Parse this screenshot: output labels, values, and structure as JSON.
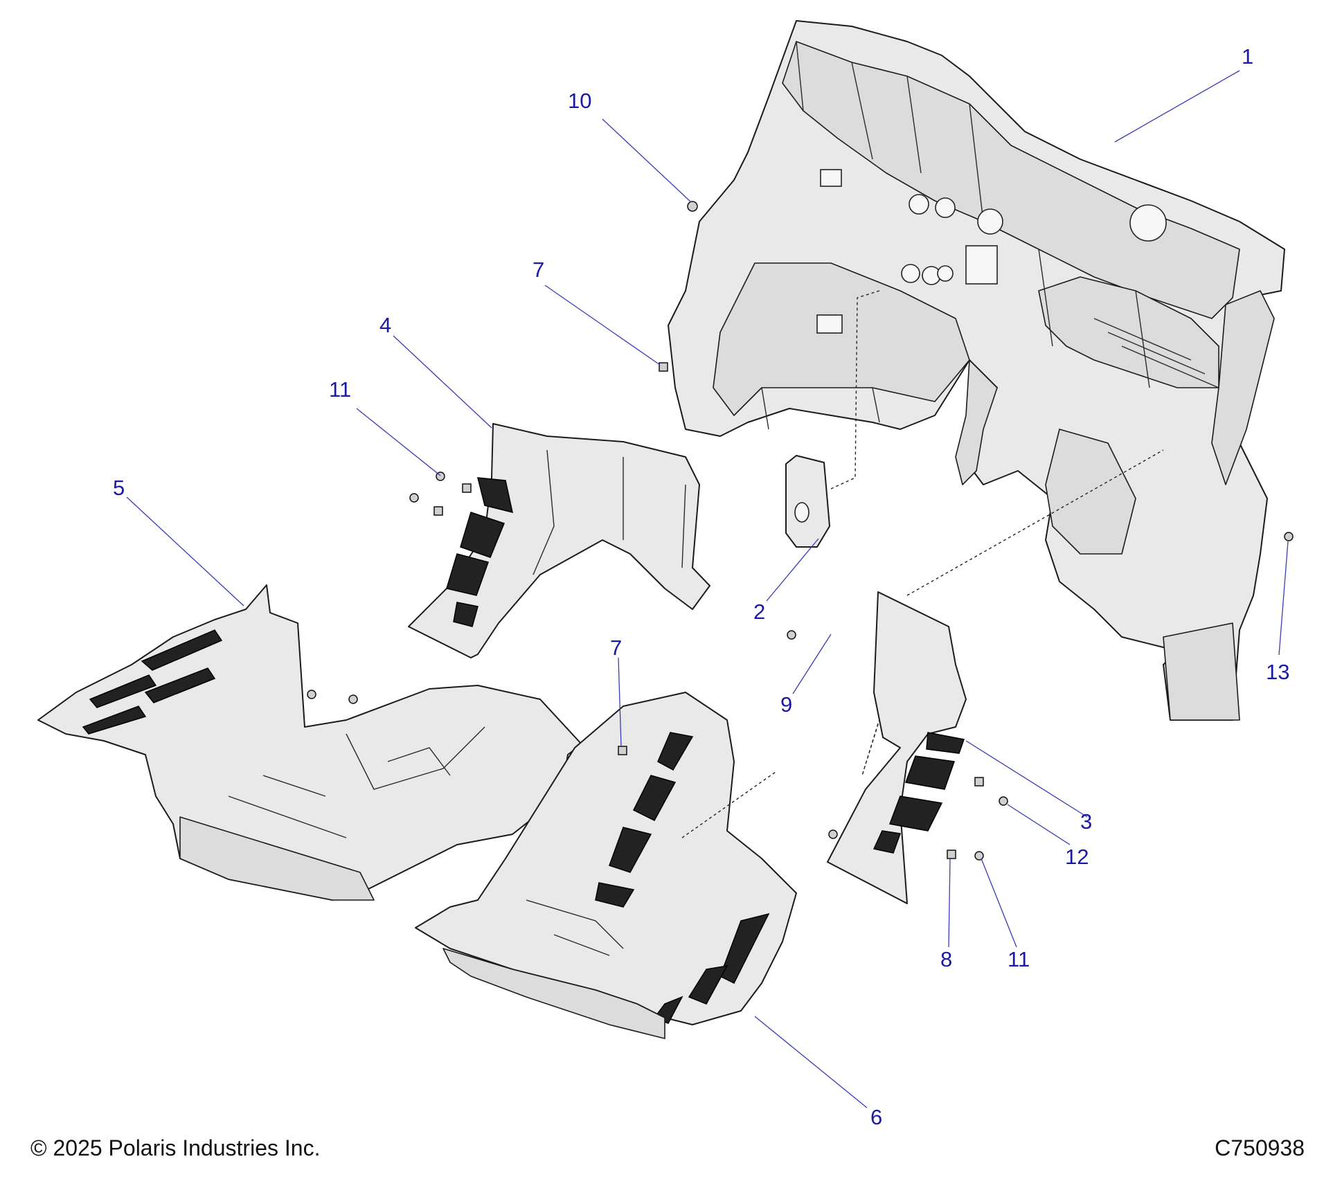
{
  "callouts": {
    "c1": "1",
    "c2": "2",
    "c3": "3",
    "c4": "4",
    "c5": "5",
    "c6": "6",
    "c7a": "7",
    "c7b": "7",
    "c8": "8",
    "c9": "9",
    "c10": "10",
    "c11a": "11",
    "c11b": "11",
    "c12": "12",
    "c13": "13"
  },
  "footer": {
    "copyright": "© 2025 Polaris Industries Inc.",
    "figure_code": "C750938"
  }
}
